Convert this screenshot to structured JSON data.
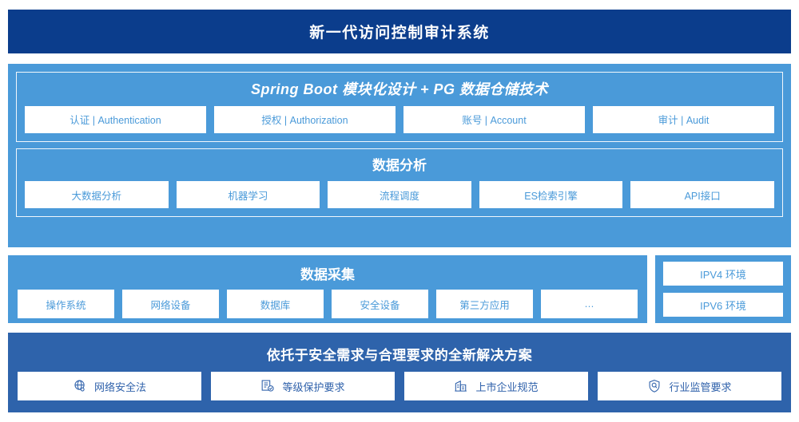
{
  "header": {
    "title": "新一代访问控制审计系统"
  },
  "platform": {
    "title": "Spring Boot 模块化设计 + PG 数据仓储技术",
    "items": [
      {
        "label": "认证 | Authentication"
      },
      {
        "label": "授权 | Authorization"
      },
      {
        "label": "账号 | Account"
      },
      {
        "label": "审计 | Audit"
      }
    ]
  },
  "analysis": {
    "title": "数据分析",
    "items": [
      {
        "label": "大数据分析"
      },
      {
        "label": "机器学习"
      },
      {
        "label": "流程调度"
      },
      {
        "label": "ES检索引擎"
      },
      {
        "label": "API接口"
      }
    ]
  },
  "collection": {
    "title": "数据采集",
    "items": [
      {
        "label": "操作系统"
      },
      {
        "label": "网络设备"
      },
      {
        "label": "数据库"
      },
      {
        "label": "安全设备"
      },
      {
        "label": "第三方应用"
      },
      {
        "label": "…"
      }
    ]
  },
  "environment": {
    "items": [
      {
        "label": "IPV4 环境"
      },
      {
        "label": "IPV6 环境"
      }
    ]
  },
  "solution": {
    "title": "依托于安全需求与合理要求的全新解决方案",
    "items": [
      {
        "label": "网络安全法",
        "icon": "globe-icon"
      },
      {
        "label": "等级保护要求",
        "icon": "document-check-icon"
      },
      {
        "label": "上市企业规范",
        "icon": "bank-building-icon"
      },
      {
        "label": "行业监管要求",
        "icon": "shield-search-icon"
      }
    ]
  },
  "colors": {
    "header_bg": "#0b3d8c",
    "panel_bg": "#4a9ad9",
    "solution_bg": "#2e63ab",
    "chip_bg": "#ffffff",
    "chip_text": "#4a9ad9",
    "solution_chip_text": "#3062ab",
    "page_bg": "#ffffff"
  }
}
